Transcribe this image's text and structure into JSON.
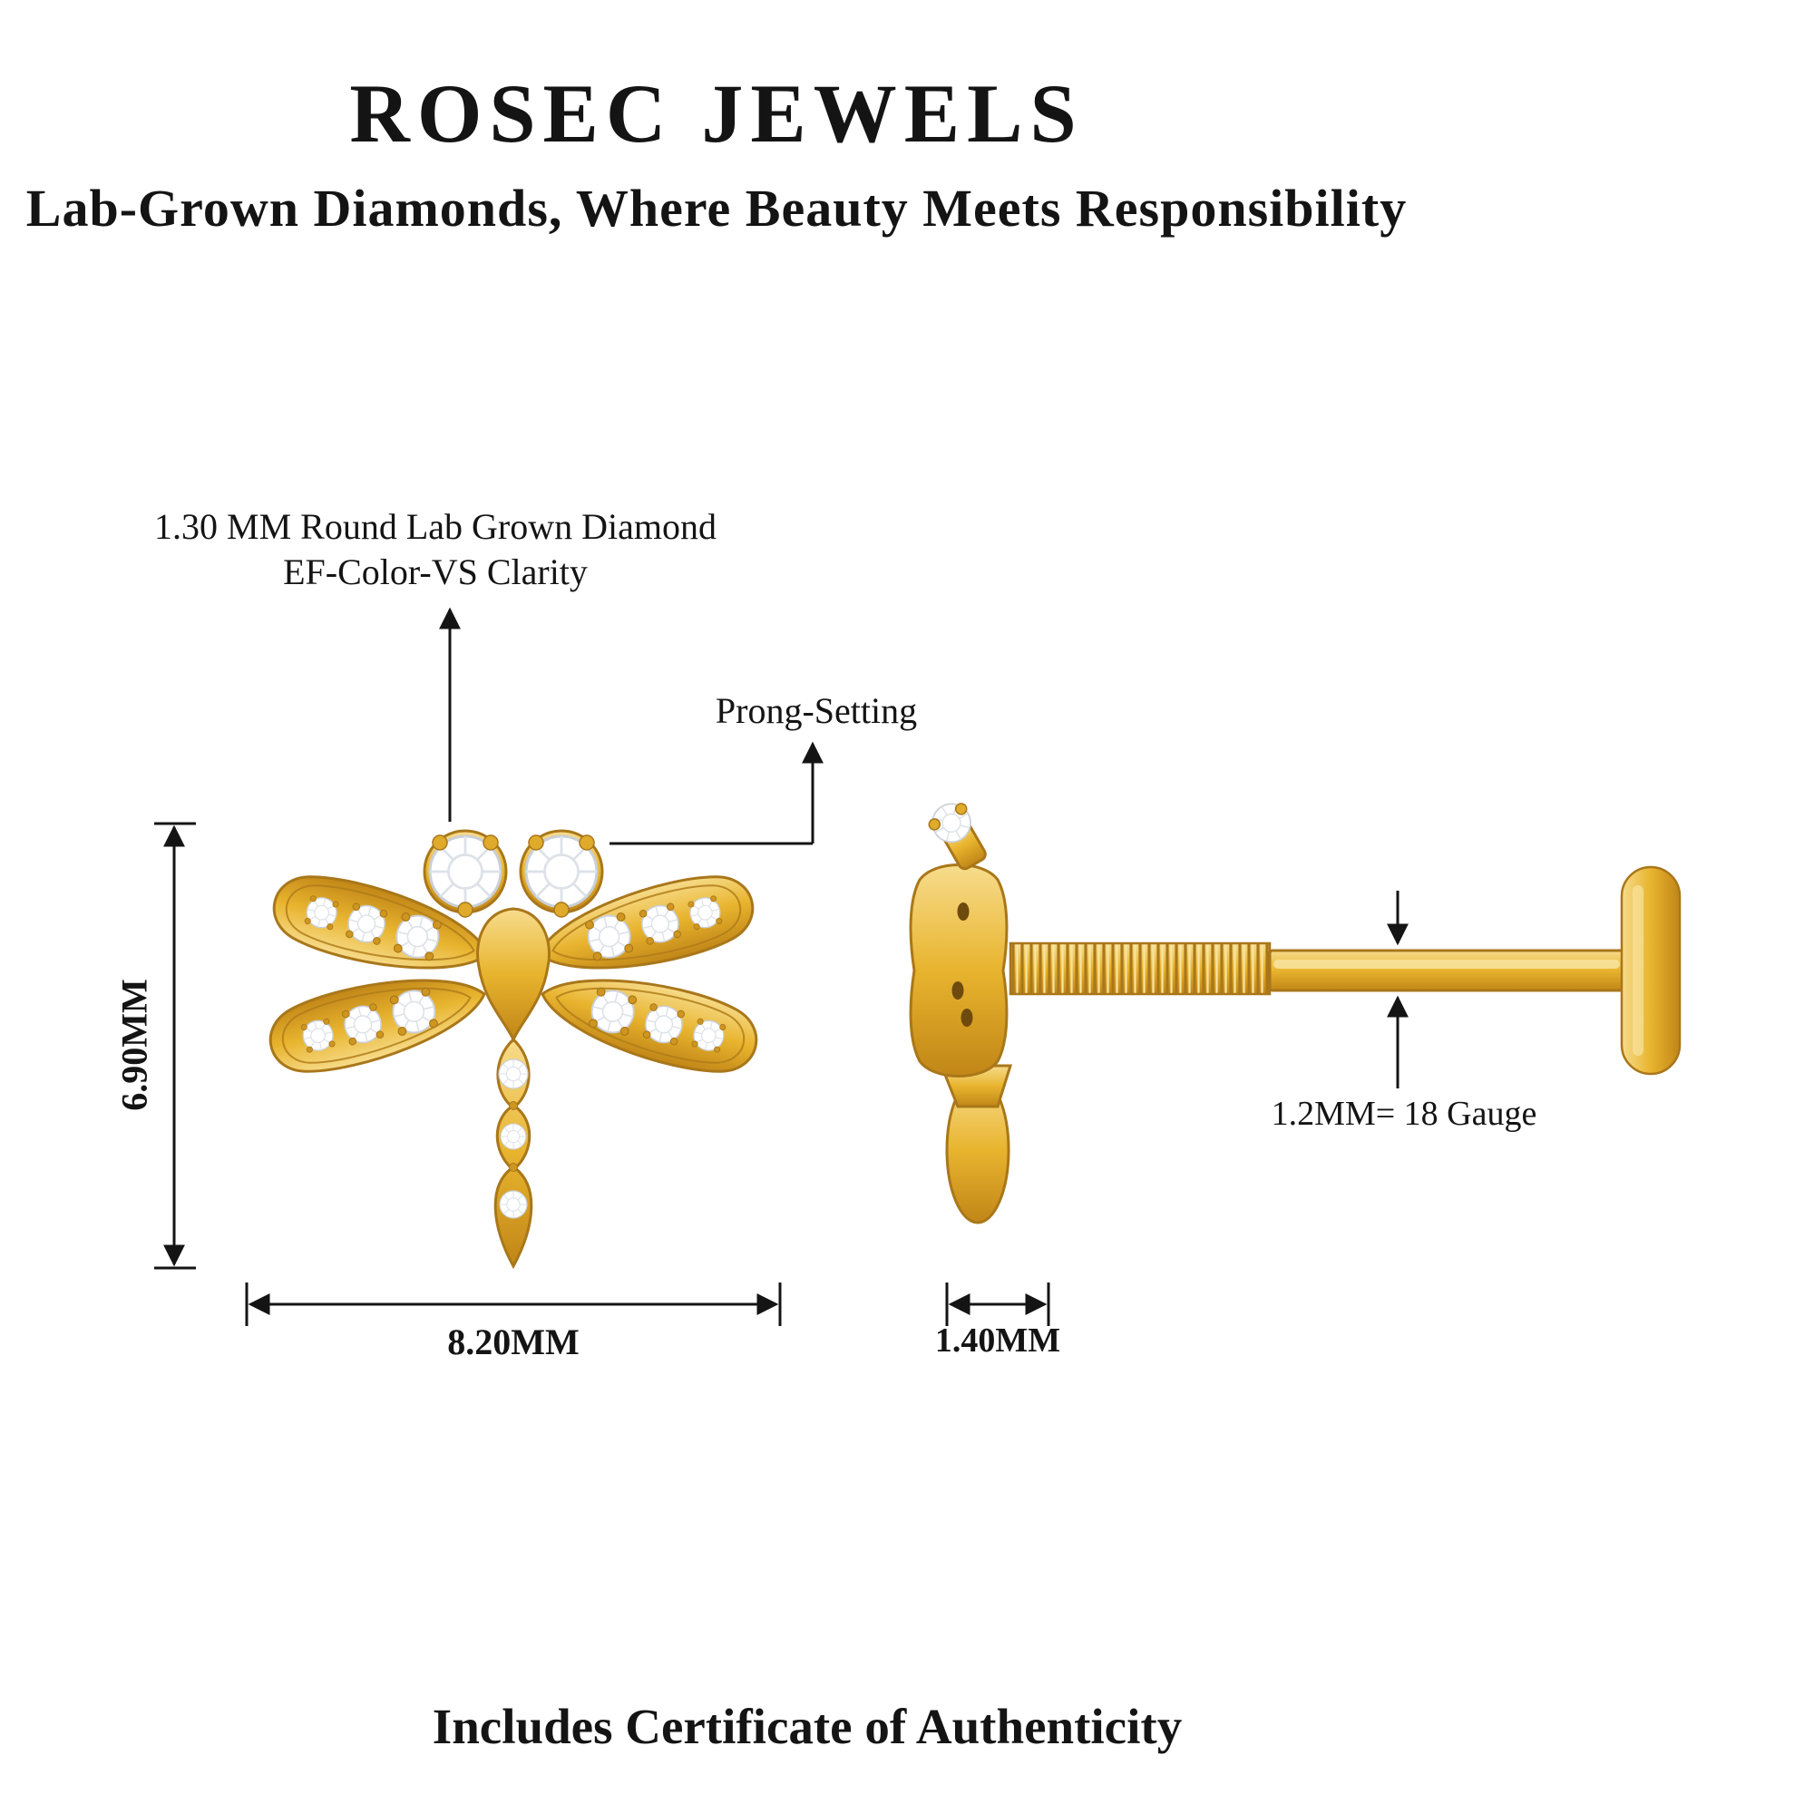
{
  "header": {
    "brand": "ROSEC JEWELS",
    "tagline": "Lab-Grown Diamonds, Where Beauty Meets Responsibility"
  },
  "callouts": {
    "diamond_spec_line1": "1.30 MM Round Lab Grown Diamond",
    "diamond_spec_line2": "EF-Color-VS Clarity",
    "prong_setting": "Prong-Setting"
  },
  "dimensions": {
    "height": "6.90MM",
    "width": "8.20MM",
    "gauge": "1.2MM= 18 Gauge",
    "depth": "1.40MM"
  },
  "footer": {
    "note": "Includes Certificate of Authenticity"
  },
  "illustrations": {
    "front_view": "dragonfly-diamond-stud-front-view",
    "side_view": "dragonfly-stud-side-view-with-threaded-screw-post-and-flat-back"
  },
  "colors": {
    "gold_light": "#F7DC8C",
    "gold": "#E8B42E",
    "gold_dark": "#C18617",
    "gold_outline": "#A9771A",
    "diamond_white": "#FFFFFF",
    "diamond_edge": "#C9CFD8",
    "text": "#141414",
    "background": "#FFFFFF"
  }
}
